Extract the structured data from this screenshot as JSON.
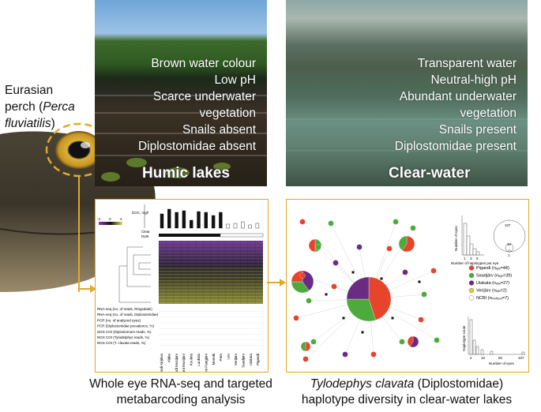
{
  "fish": {
    "label_line1": "Eurasian",
    "label_line2_pre": "perch (",
    "label_line2_em": "Perca",
    "label_line3_em": "fluviatilis",
    "label_line3_post": ")"
  },
  "humic": {
    "title": "Humic lakes",
    "traits": [
      "Brown water colour",
      "Low pH",
      "Scarce underwater",
      "vegetation",
      "Snails absent",
      "Diplostomidae absent"
    ]
  },
  "clear": {
    "title": "Clear-water",
    "traits": [
      "Transparent  water",
      "Neutral-high pH",
      "Abundant underwater",
      "vegetation",
      "Snails present",
      "Diplostomidae present"
    ]
  },
  "left_panel": {
    "doc_label": "DOC, mg/l",
    "clear_label": "Clear",
    "dark_label": "Dark",
    "scale": [
      "-4",
      "0",
      "4"
    ],
    "row_labels": [
      "RNA-seq (no. of reads, Ringsdalei)",
      "RNA-seq (no. of reads, Diplostomidae)",
      "PCR (no. of analyzed eyes)",
      "PCR (Diplostomidae prevalence, %)",
      "NGS COI (Diplostomum reads, %)",
      "NGS COI (Tylodelphys reads, %)",
      "NGS COI (T. clavata reads, %)"
    ],
    "lakes": [
      "Hohendi Kirjälva",
      "Väike",
      "Pendi Mustjärv",
      "Haani Mustjärv",
      "Kuulma",
      "Laukala",
      "Mäeseni Pangjärv",
      "Meenik",
      "Pärn",
      "Leu",
      "Verijärv",
      "Saadjärv",
      "Uiakata",
      "Pigandi"
    ]
  },
  "right_panel": {
    "eyes_axis": "Number of eyes",
    "haplotypes_axis": "Number of haplotypes per eye",
    "haplo_ticks": [
      "1",
      "3",
      "5"
    ],
    "circle_big": "107",
    "circle_mid": "10",
    "circle_small": "1",
    "legend": [
      {
        "name": "Pigandi",
        "n": "(nₑᵧₑ=44)",
        "color": "#e8432b"
      },
      {
        "name": "Saadjärv",
        "n": "(nₑᵧₑ=39)",
        "color": "#4daa3c"
      },
      {
        "name": "Uiakata",
        "n": "(nₑᵧₑ=27)",
        "color": "#6a2c82"
      },
      {
        "name": "Verijärv",
        "n": "(nₑᵧₑ=2)",
        "color": "#e9c92e"
      },
      {
        "name": "NCBI",
        "n": "(nᵢₙₑₗᵢₒₚₑ=7)",
        "color": "#ffffff"
      }
    ],
    "hap_count_axis": "Haplotype count",
    "eyes_axis2": "Number of eyes",
    "x_ticks": [
      "2",
      "10",
      "50",
      "107"
    ]
  },
  "captions": {
    "left_line1": "Whole eye RNA-seq and targeted",
    "left_line2": "metabarcoding analysis",
    "right_line1_em": "Tylodephys clavata",
    "right_line1_post": " (Diplostomidae)",
    "right_line2": "haplotype diversity in clear-water lakes"
  },
  "colors": {
    "accent": "#e0a92a",
    "pigandi": "#e8432b",
    "saadjarv": "#4daa3c",
    "uiakata": "#6a2c82",
    "verijarv": "#e9c92e"
  }
}
